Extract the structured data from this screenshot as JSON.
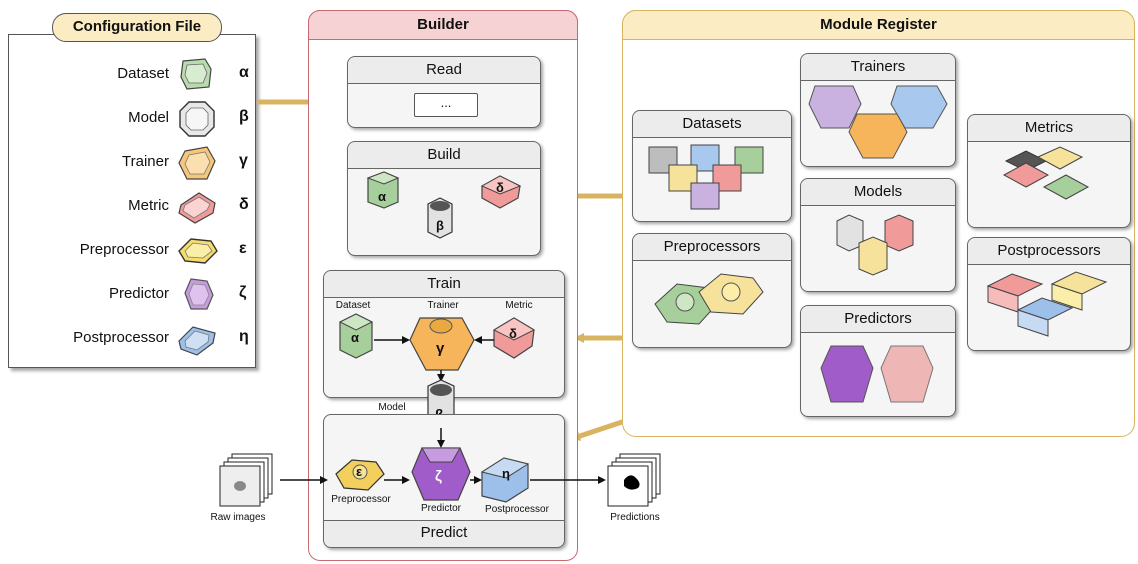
{
  "config": {
    "title": "Configuration File",
    "rows": [
      {
        "label": "Dataset",
        "symbol": "α",
        "color": "#b9dcae"
      },
      {
        "label": "Model",
        "symbol": "β",
        "color": "#e8e8e8"
      },
      {
        "label": "Trainer",
        "symbol": "γ",
        "color": "#f6c77a"
      },
      {
        "label": "Metric",
        "symbol": "δ",
        "color": "#f19a9a"
      },
      {
        "label": "Preprocessor",
        "symbol": "ε",
        "color": "#f5dc6b"
      },
      {
        "label": "Predictor",
        "symbol": "ζ",
        "color": "#c79be0"
      },
      {
        "label": "Postprocessor",
        "symbol": "η",
        "color": "#9dc0ea"
      }
    ]
  },
  "builder": {
    "title": "Builder",
    "read": {
      "title": "Read",
      "content": "..."
    },
    "build": {
      "title": "Build",
      "symbols": [
        "α",
        "β",
        "δ"
      ]
    },
    "train": {
      "title": "Train",
      "dataset_label": "Dataset",
      "trainer_label": "Trainer",
      "metric_label": "Metric",
      "model_label": "Model",
      "symbols": {
        "dataset": "α",
        "trainer": "γ",
        "metric": "δ",
        "model": "β"
      }
    },
    "predict": {
      "title": "Predict",
      "preprocessor_label": "Preprocessor",
      "predictor_label": "Predictor",
      "postprocessor_label": "Postprocessor",
      "symbols": {
        "pre": "ε",
        "pred": "ζ",
        "post": "η"
      }
    },
    "raw_images_label": "Raw images",
    "predictions_label": "Predictions"
  },
  "register": {
    "title": "Module Register",
    "modules": {
      "datasets": "Datasets",
      "trainers": "Trainers",
      "metrics": "Metrics",
      "models": "Models",
      "preprocessors": "Preprocessors",
      "postprocessors": "Postprocessors",
      "predictors": "Predictors"
    }
  },
  "colors": {
    "arrow_gold": "#d9b460",
    "builder_border": "#c86a72",
    "builder_fill": "#f6d2d4",
    "register_border": "#d9b460",
    "register_fill": "#fbecc4",
    "config_fill": "#fbecc4"
  }
}
